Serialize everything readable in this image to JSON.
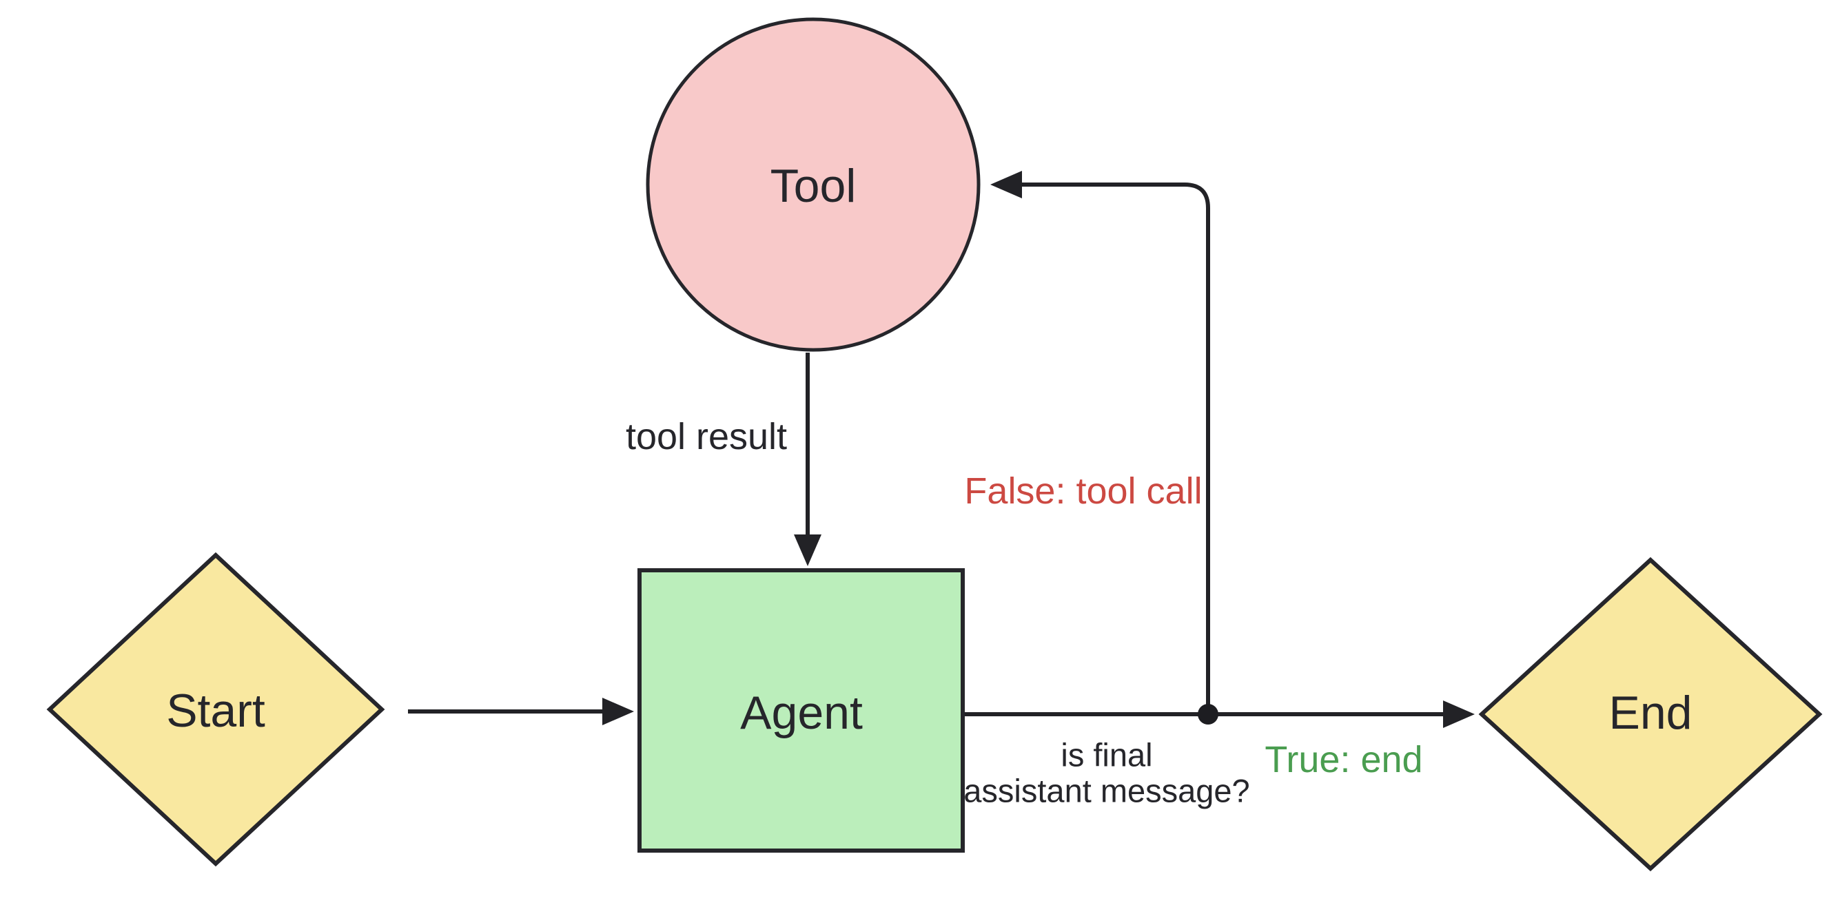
{
  "diagram": {
    "title": "agent-tool-loop-flowchart",
    "nodes": {
      "tool": {
        "label": "Tool",
        "shape": "circle",
        "fill": "#f8c9c9"
      },
      "start": {
        "label": "Start",
        "shape": "diamond",
        "fill": "#f9e8a0"
      },
      "agent": {
        "label": "Agent",
        "shape": "rect",
        "fill": "#bbeebb"
      },
      "end": {
        "label": "End",
        "shape": "diamond",
        "fill": "#f9e8a0"
      }
    },
    "edges": {
      "tool_result": {
        "label": "tool result",
        "color": "#26262b"
      },
      "false_branch": {
        "label": "False: tool call",
        "color": "#cc4942"
      },
      "true_branch": {
        "label": "True: end",
        "color": "#4a9d50"
      },
      "decision": {
        "line1": "is final",
        "line2": "assistant message?",
        "color": "#26262b"
      }
    },
    "colors": {
      "background": "#ffffff",
      "stroke": "#26262b",
      "node_pink": "#f8c9c9",
      "node_green": "#bbeebb",
      "node_yellow": "#f9e8a0",
      "label_red": "#cc4942",
      "label_green": "#4a9d50",
      "label_dark": "#26262b"
    }
  }
}
